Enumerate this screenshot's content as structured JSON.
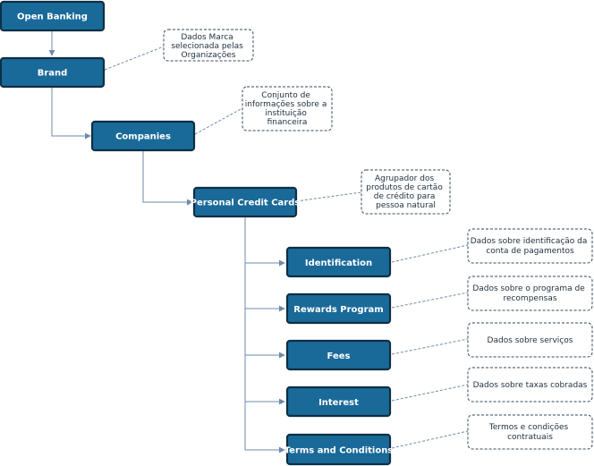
{
  "nodes": {
    "open_banking": "Open Banking",
    "brand": "Brand",
    "companies": "Companies",
    "personal_credit_cards": "Personal Credit Cards",
    "identification": "Identification",
    "rewards_program": "Rewards Program",
    "fees": "Fees",
    "interest": "Interest",
    "terms_and_conditions": "Terms and Conditions"
  },
  "notes": {
    "brand": [
      "Dados Marca",
      "selecionada pelas",
      "Organizações"
    ],
    "companies": [
      "Conjunto de",
      "informações sobre a",
      "instituição",
      "financeira"
    ],
    "personal_credit_cards": [
      "Agrupador dos",
      "produtos de cartão",
      "de crédito para",
      "pessoa natural"
    ],
    "identification": [
      "Dados sobre identificação da",
      "conta de pagamentos"
    ],
    "rewards_program": [
      "Dados sobre o programa de",
      "recompensas"
    ],
    "fees": [
      "Dados sobre serviços"
    ],
    "interest": [
      "Dados sobre taxas cobradas"
    ],
    "terms_and_conditions": [
      "Termos e condições",
      "contratuais"
    ]
  },
  "colors": {
    "node_fill": "#1a6a99",
    "node_border": "#0d2f45",
    "connector": "#6f8aa8",
    "note_border": "#33495c"
  }
}
